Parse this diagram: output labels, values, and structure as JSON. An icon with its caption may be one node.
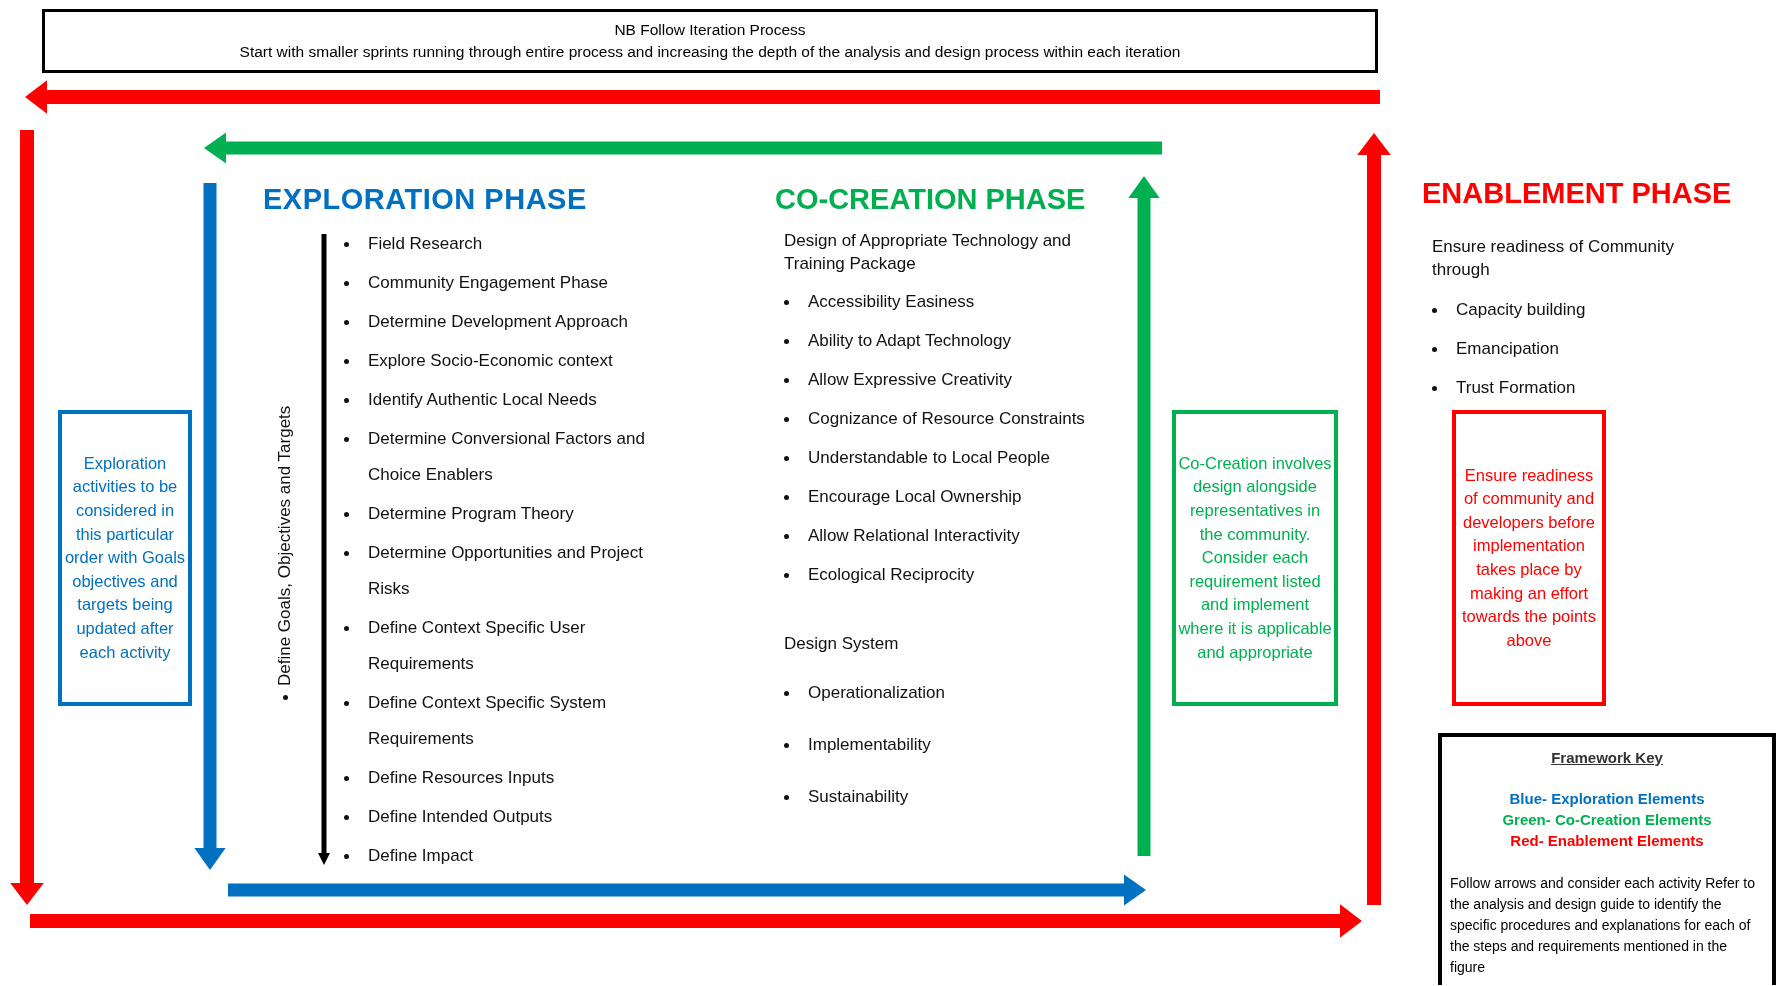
{
  "diagram": {
    "nodes": [
      {
        "text": [
          "NB Follow Iteration Process",
          "Start with smaller sprints running through entire process and increasing the depth of the analysis and design process within each iteration"
        ]
      },
      {
        "text": [
          "Exploration activities to be considered in this particular order with Goals objectives and targets being updated after each activity"
        ]
      },
      {
        "text": [
          "Co-Creation involves design alongside representatives in the community. Consider each requirement listed and implement where it is applicable and appropriate"
        ]
      },
      {
        "text": [
          "Ensure readiness of community and developers before implementation takes place by making an effort towards the points above"
        ]
      },
      {
        "text": [
          "Framework Key",
          "Blue- Exploration Elements",
          "Green- Co-Creation Elements",
          "Red- Enablement Elements",
          "Follow arrows and consider each activity Refer to the analysis and design guide to identify the specific procedures and explanations for each of the steps and requirements mentioned in the figure"
        ]
      }
    ],
    "edges": [],
    "labels": [
      "EXPLORATION PHASE",
      "Define Goals, Objectives and Targets",
      "Field Research",
      "Community Engagement Phase",
      "Determine Development Approach",
      "Explore Socio-Economic context",
      "Identify Authentic Local Needs",
      "Determine Conversional Factors and Choice Enablers",
      "Determine Program Theory",
      "Determine Opportunities and Project Risks",
      "Define Context Specific User Requirements",
      "Define Context Specific System Requirements",
      "Define Resources Inputs",
      "Define Intended Outputs",
      "Define Impact",
      "CO-CREATION PHASE",
      "Design of Appropriate Technology and Training Package",
      "Accessibility Easiness",
      "Ability to Adapt Technology",
      "Allow Expressive Creativity",
      "Cognizance of Resource Constraints",
      "Understandable to Local People",
      "Encourage Local Ownership",
      "Allow Relational Interactivity",
      "Ecological Reciprocity",
      "Design System",
      "Operationalization",
      "Implementability",
      "Sustainability",
      "ENABLEMENT PHASE",
      "Ensure readiness of Community through",
      "Capacity building",
      "Emancipation",
      "Trust Formation"
    ]
  }
}
